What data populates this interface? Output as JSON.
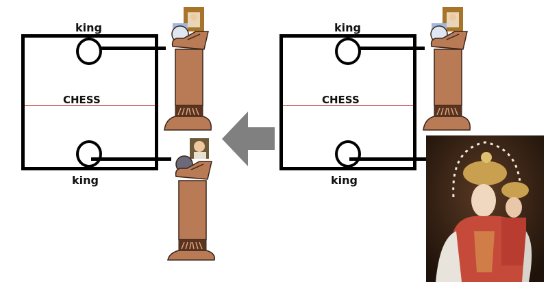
{
  "diagram": {
    "left_board": {
      "top_label": "king",
      "center_label": "CHESS",
      "bottom_label": "king"
    },
    "right_board": {
      "top_label": "king",
      "center_label": "CHESS",
      "bottom_label": "king"
    },
    "arrow": {
      "direction": "left",
      "color": "#808080"
    },
    "colors": {
      "piece_body": "#b97a56",
      "piece_outline": "#3a2418",
      "piece_band": "#5a3420",
      "midline": "#c23a3a",
      "board_border": "#000000"
    },
    "pieces": [
      {
        "id": "left-top",
        "kind": "rook-piece-with-portraits"
      },
      {
        "id": "left-bottom",
        "kind": "rook-piece-with-portraits"
      },
      {
        "id": "right-top",
        "kind": "rook-piece-with-portraits"
      }
    ],
    "photo": {
      "kind": "crowned-madonna-statue-photo"
    }
  }
}
